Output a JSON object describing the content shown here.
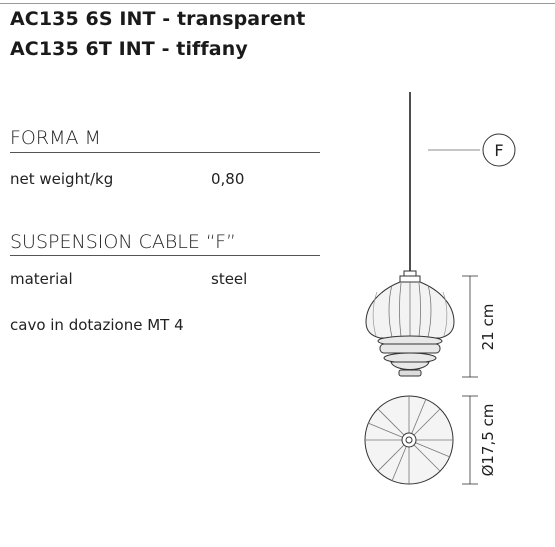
{
  "header": {
    "line1": "AC135 6S INT - transparent",
    "line2": "AC135 6T INT - tiffany"
  },
  "forma": {
    "title": "FORMA M",
    "rows": [
      {
        "label": "net weight/kg",
        "value": "0,80"
      }
    ]
  },
  "cable": {
    "title": "SUSPENSION CABLE “F”",
    "rows": [
      {
        "label": "material",
        "value": "steel"
      }
    ],
    "note": "cavo in dotazione MT 4"
  },
  "drawing": {
    "callout": "F",
    "height_dim": "21 cm",
    "diameter_dim": "Ø17,5 cm"
  }
}
